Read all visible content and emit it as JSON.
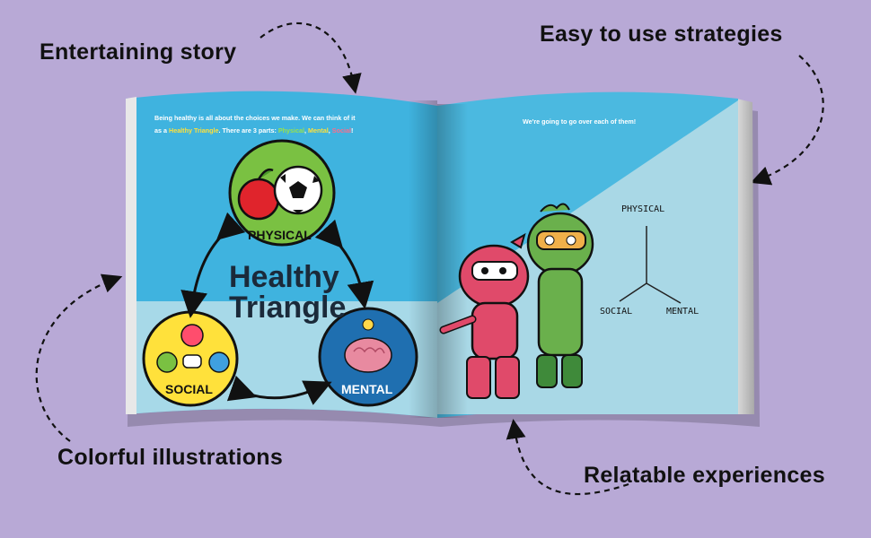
{
  "callouts": {
    "entertaining": "Entertaining story",
    "strategies": "Easy to use strategies",
    "colorful": "Colorful illustrations",
    "relatable": "Relatable experiences"
  },
  "left_page": {
    "intro_line1": "Being healthy is all about the choices we make. We can think of it",
    "intro_as_a": "as a ",
    "intro_healthy_triangle": "Healthy Triangle",
    "intro_parts": ". There are 3 parts: ",
    "intro_physical": "Physical",
    "intro_sep1": ", ",
    "intro_mental": "Mental",
    "intro_sep2": ", ",
    "intro_social": "Social",
    "intro_end": "!",
    "title_line1": "Healthy",
    "title_line2": "Triangle",
    "label_physical": "PHYSICAL",
    "label_social": "SOCIAL",
    "label_mental": "MENTAL"
  },
  "right_page": {
    "intro": "We're going to go over each of them!",
    "diagram_physical": "PHYSICAL",
    "diagram_social": "SOCIAL",
    "diagram_mental": "MENTAL"
  },
  "colors": {
    "background": "#b8a9d6",
    "page_blue": "#3fb3df",
    "physical_green": "#7ac142",
    "social_yellow": "#ffe13b",
    "mental_navy": "#1f6fb0"
  }
}
